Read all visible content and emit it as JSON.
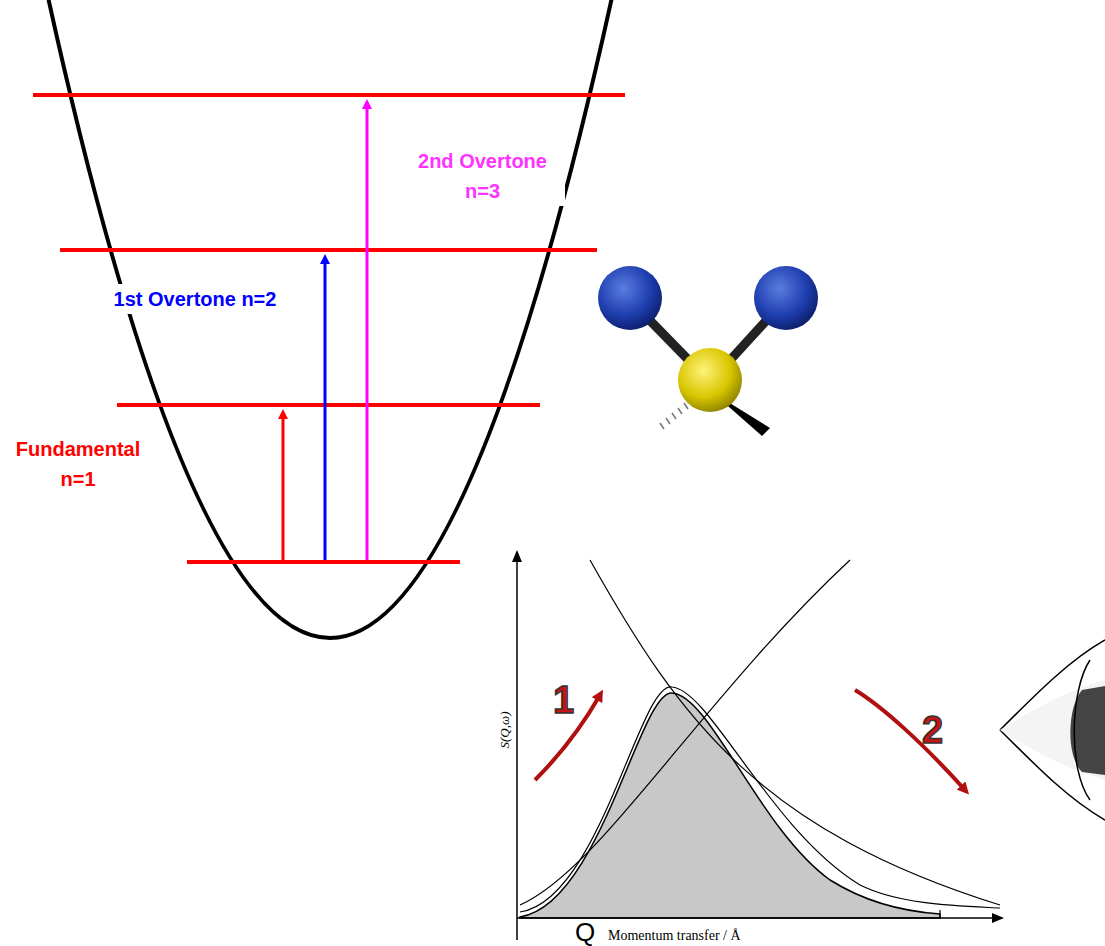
{
  "diagram": {
    "labels": [
      "2nd Overtone n=3",
      "1st Overtone n=2",
      "Fundamental n=1",
      "1",
      "2",
      "S(Q,ω)",
      "Q",
      "Momentum transfer / Å"
    ]
  }
}
